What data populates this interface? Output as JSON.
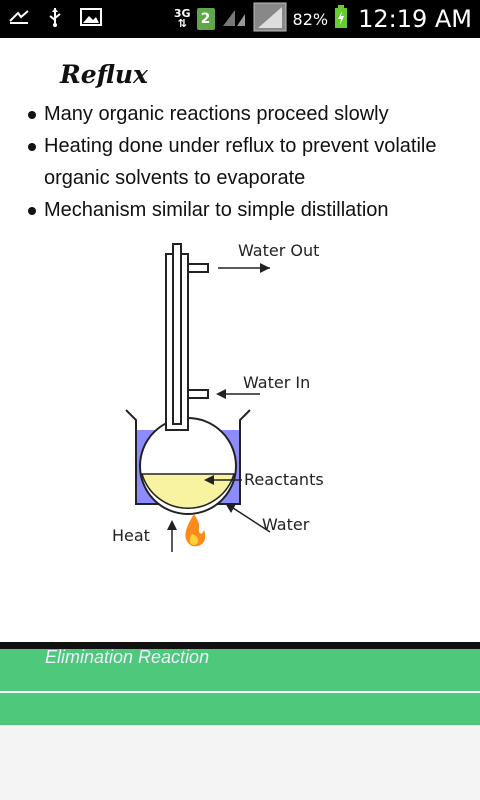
{
  "status_bar": {
    "network": "3G",
    "sim_slot": "2",
    "battery_percent": "82%",
    "time": "12:19 AM",
    "icons": [
      "notification-icon",
      "usb-icon",
      "gallery-icon",
      "signal-icon",
      "battery-charging-icon"
    ]
  },
  "slide": {
    "title": "Reflux",
    "bullets": [
      "Many organic reactions proceed slowly",
      "Heating done under reflux to prevent volatile organic solvents to evaporate",
      "Mechanism similar to simple distillation"
    ],
    "diagram": {
      "water_out": "Water Out",
      "water_in": "Water In",
      "reactants": "Reactants",
      "water": "Water",
      "heat": "Heat"
    }
  },
  "list": {
    "items": [
      "Elimination Reaction",
      ""
    ]
  }
}
